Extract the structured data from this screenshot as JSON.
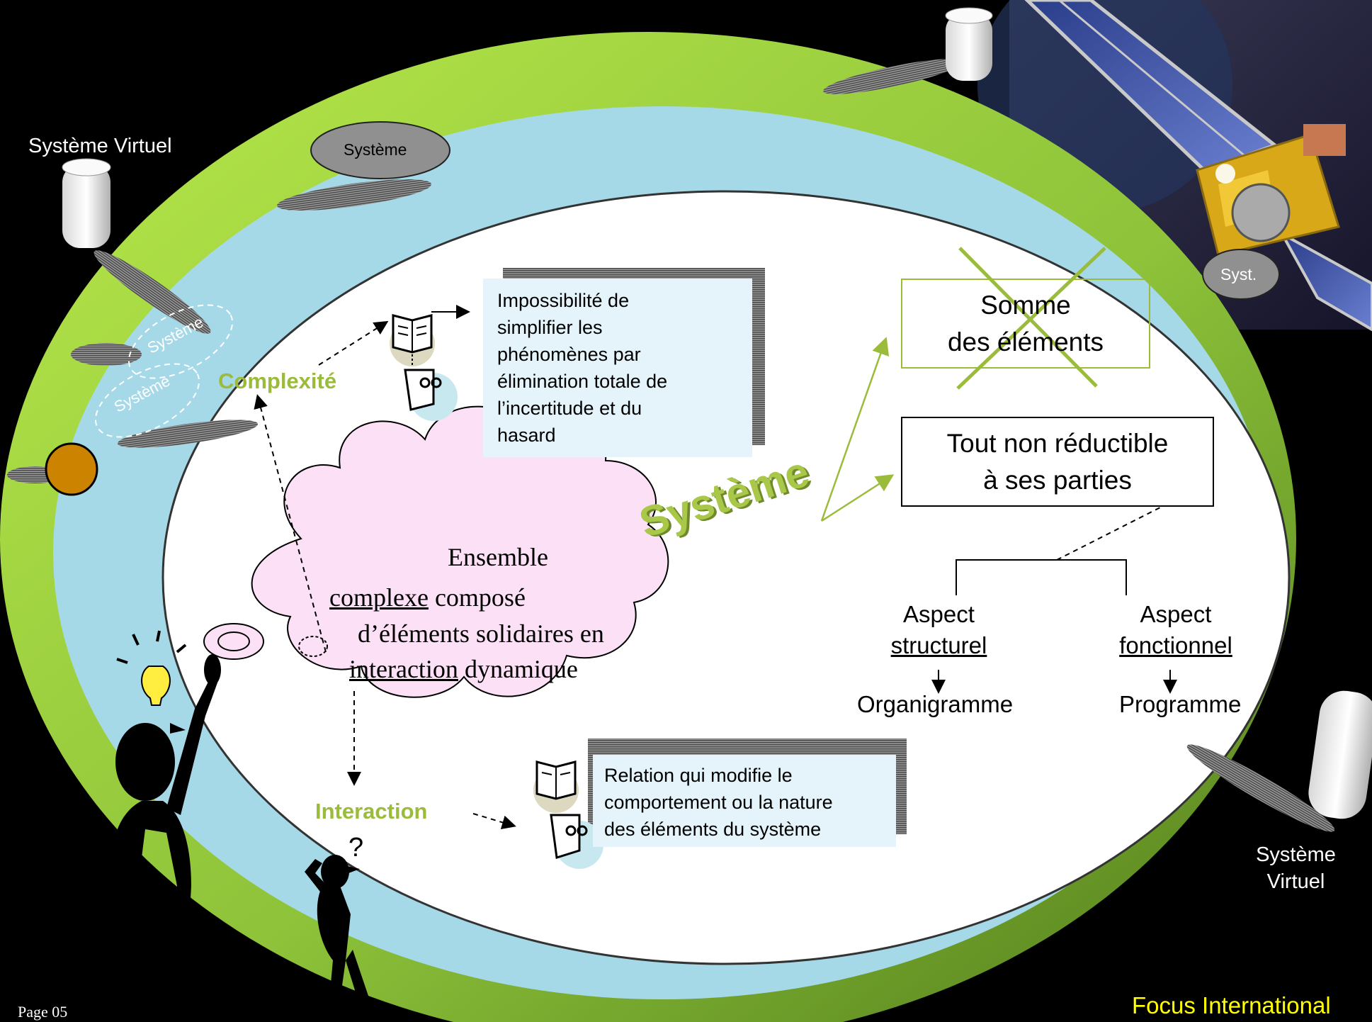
{
  "labels": {
    "virtual_system_top": "Système Virtuel",
    "virtual_system_bottom_1": "Système",
    "virtual_system_bottom_2": "Virtuel",
    "system_pill_top": "Système",
    "system_pill_right": "Syst.",
    "system_ellipse_1": "Système",
    "system_ellipse_2": "Système",
    "complexity": "Complexité",
    "interaction": "Interaction",
    "system_big": "Système",
    "question_mark": "?"
  },
  "complexity_note": {
    "lines": [
      "Impossibilité de",
      "simplifier les",
      "phénomènes par",
      "élimination totale de",
      "l’incertitude et du",
      "hasard"
    ]
  },
  "interaction_note": {
    "lines": [
      "Relation qui modifie le",
      "comportement ou la nature",
      "des éléments du système"
    ]
  },
  "cloud": {
    "line1": "Ensemble",
    "line2_u": "complexe",
    "line2_rest": " composé",
    "line3": "d’éléments solidaires en",
    "line4_u": "interaction",
    "line4_rest": " dynamique"
  },
  "sum_box": {
    "line1": "Somme",
    "line2": "des éléments"
  },
  "whole_box": {
    "line1": "Tout non réductible",
    "line2": "à ses parties"
  },
  "structural": {
    "line1": "Aspect",
    "line2": "structurel",
    "result": "Organigramme"
  },
  "functional": {
    "line1": "Aspect",
    "line2": "fonctionnel",
    "result": "Programme"
  },
  "footer": {
    "page": "Page 05",
    "brand": "Focus International"
  },
  "colors": {
    "background": "#000000",
    "ring_light_green": "#a6d83a",
    "ring_dark_green": "#5e8c1e",
    "ring_light_blue": "#a6d9e8",
    "inner_white": "#ffffff",
    "accent_green": "#9bbb3b",
    "cloud_pink": "#fce0f6",
    "note_blue": "#e4f4fa",
    "brand_yellow": "#ffff00",
    "orange_dot": "#cc8400"
  },
  "icons": [
    "book-icon",
    "book-icon",
    "reader-face-icon",
    "reader-face-icon",
    "lightbulb-icon",
    "satellite-image",
    "stick-figure-thinking",
    "stick-figure-questioning",
    "cross-mark-icon"
  ]
}
